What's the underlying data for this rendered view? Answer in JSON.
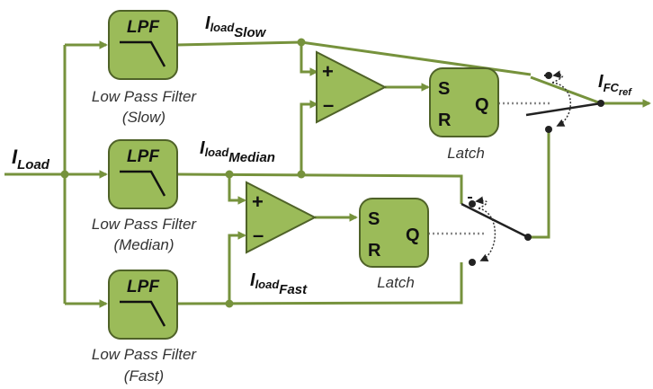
{
  "filters": {
    "slow": {
      "block_label": "LPF",
      "caption_line1": "Low Pass Filter",
      "caption_line2": "(Slow)"
    },
    "median": {
      "block_label": "LPF",
      "caption_line1": "Low Pass Filter",
      "caption_line2": "(Median)"
    },
    "fast": {
      "block_label": "LPF",
      "caption_line1": "Low Pass Filter",
      "caption_line2": "(Fast)"
    }
  },
  "signals": {
    "input": {
      "main": "I",
      "sub": "Load"
    },
    "slow": {
      "main": "I",
      "sub": "load",
      "subsub": "Slow"
    },
    "median": {
      "main": "I",
      "sub": "load",
      "subsub": "Median"
    },
    "fast": {
      "main": "I",
      "sub": "load",
      "subsub": "Fast"
    },
    "output": {
      "main": "I",
      "sub": "FC",
      "subsub": "ref"
    }
  },
  "comparators": {
    "top": {
      "plus": "+",
      "minus": "–"
    },
    "bottom": {
      "plus": "+",
      "minus": "–"
    }
  },
  "latches": {
    "top": {
      "s": "S",
      "r": "R",
      "q": "Q",
      "caption": "Latch"
    },
    "bottom": {
      "s": "S",
      "r": "R",
      "q": "Q",
      "caption": "Latch"
    }
  },
  "colors": {
    "block_fill": "#9bbb59",
    "wire": "#76923c",
    "outline": "#4f6228"
  }
}
